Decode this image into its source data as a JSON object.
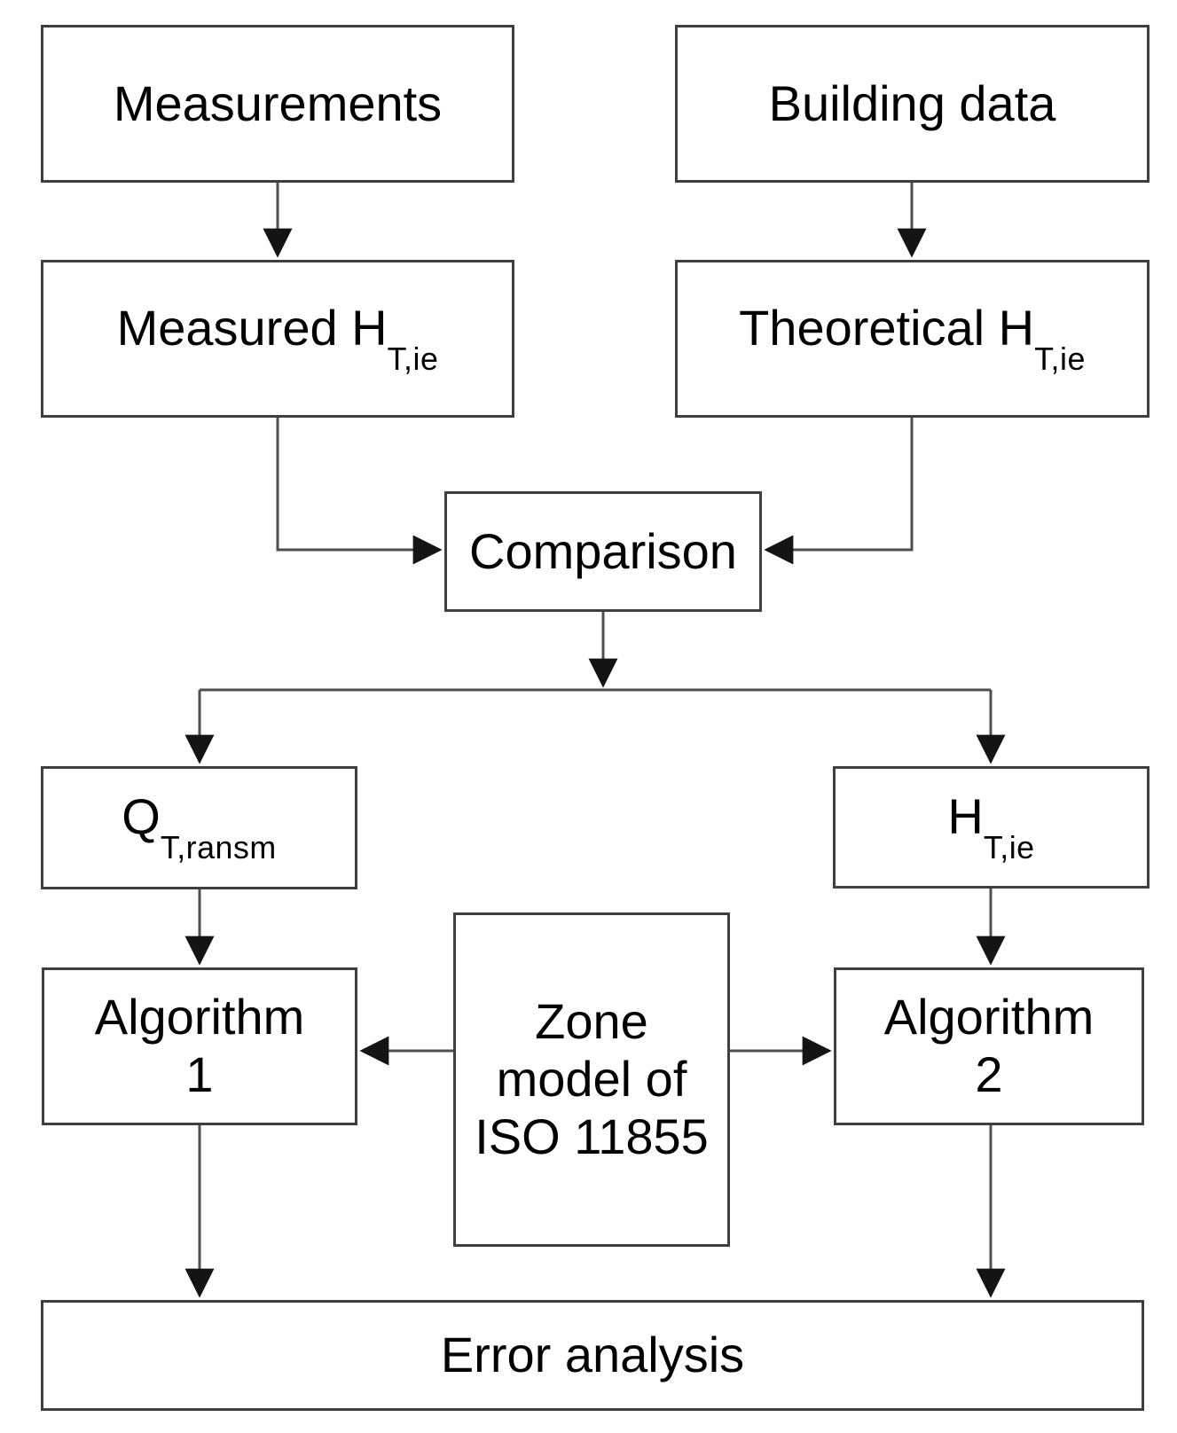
{
  "nodes": {
    "measurements": {
      "label": "Measurements"
    },
    "building_data": {
      "label": "Building data"
    },
    "measured_h": {
      "prefix": "Measured H",
      "subscript": "T,ie"
    },
    "theoretical_h": {
      "prefix": "Theoretical H",
      "subscript": "T,ie"
    },
    "comparison": {
      "label": "Comparison"
    },
    "q_transm": {
      "prefix": "Q",
      "subscript": "T,ransm"
    },
    "h_tie": {
      "prefix": "H",
      "subscript": "T,ie"
    },
    "algorithm_1": {
      "line1": "Algorithm",
      "line2": "1"
    },
    "zone_model": {
      "line1": "Zone",
      "line2": "model of",
      "line3": "ISO 11855"
    },
    "algorithm_2": {
      "line1": "Algorithm",
      "line2": "2"
    },
    "error_analysis": {
      "label": "Error analysis"
    }
  },
  "colors": {
    "background": "#ffffff",
    "box_border": "#3f3f3f",
    "connector": "#4f4f4f",
    "arrowhead": "#141414",
    "text": "#000000"
  }
}
